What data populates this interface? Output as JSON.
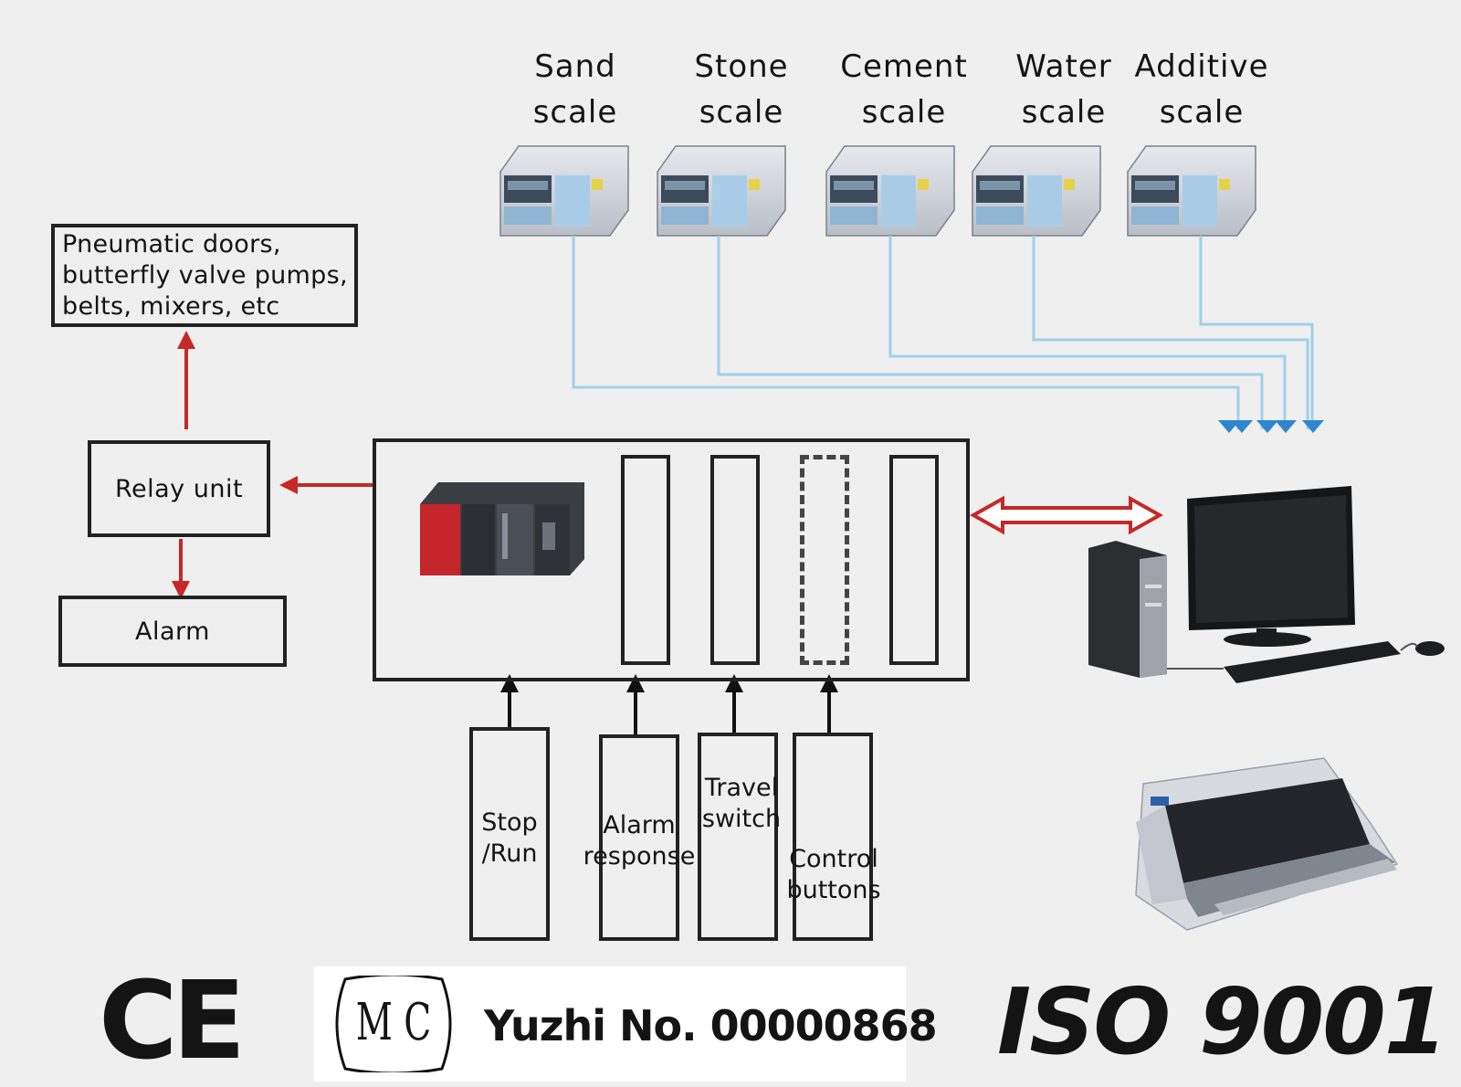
{
  "scales": [
    {
      "label": "Sand\nscale"
    },
    {
      "label": "Stone\nscale"
    },
    {
      "label": "Cement\nscale"
    },
    {
      "label": "Water\nscale"
    },
    {
      "label": "Additive\nscale"
    }
  ],
  "outputs": {
    "devices": "Pneumatic doors,\nbutterfly valve pumps,\nbelts, mixers, etc",
    "relay": "Relay unit",
    "alarm": "Alarm"
  },
  "inputs": [
    {
      "label": "Stop\n/Run"
    },
    {
      "label": "Alarm\nresponse"
    },
    {
      "label": "Travel\nswitch"
    },
    {
      "label": "Control\nbuttons"
    }
  ],
  "footer": {
    "ce_mark": "CE",
    "mc_logo": "M C",
    "registration": "Yuzhi No. 00000868",
    "iso": "ISO 9001"
  },
  "colors": {
    "signal_line": "#9fd0ea",
    "signal_arrow": "#2e86cf",
    "control_arrow": "#c62828",
    "plc_accent": "#c4262c"
  },
  "icons": [
    "weighing-indicator-icon",
    "plc-module-icon",
    "desktop-computer-icon",
    "dot-matrix-printer-icon"
  ]
}
